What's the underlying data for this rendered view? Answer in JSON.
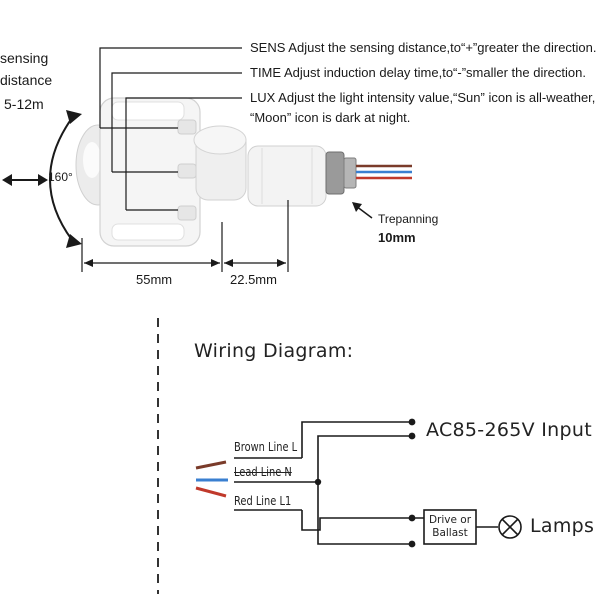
{
  "sensor": {
    "sensing_label_line1": "sensing",
    "sensing_label_line2": "distance",
    "sensing_range": "5-12m",
    "angle": "160°",
    "callouts": {
      "sens": "SENS Adjust the sensing distance,to“+”greater the direction.",
      "time": "TIME Adjust induction delay time,to“-”smaller the direction.",
      "lux_line1": "LUX Adjust the light intensity value,“Sun” icon is all-weather,",
      "lux_line2": "“Moon” icon is dark at night."
    },
    "trepanning_label": "Trepanning",
    "trepanning_value": "10mm",
    "dim_body": "55mm",
    "dim_neck": "22.5mm"
  },
  "wiring": {
    "title": "Wiring Diagram:",
    "brown_line": "Brown Line L",
    "lead_line": "Lead Line N",
    "red_line": "Red Line L1",
    "input_label": "AC85-265V Input",
    "driver_line1": "Drive or",
    "driver_line2": "Ballast",
    "lamps_label": "Lamps"
  },
  "colors": {
    "brown_wire": "#7a3b2a",
    "blue_wire": "#3a7fd0",
    "red_wire": "#c0392b",
    "device_body": "#f4f4f4",
    "device_shadow": "#c9c9c9"
  }
}
